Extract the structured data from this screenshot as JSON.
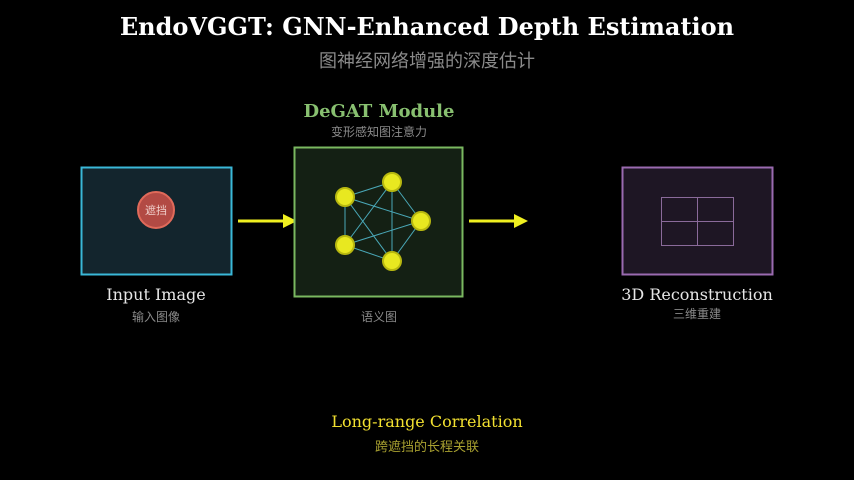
{
  "header": {
    "title": "EndoVGGT: GNN-Enhanced Depth Estimation",
    "subtitle": "图神经网络增强的深度估计"
  },
  "module": {
    "title": "DeGAT Module",
    "subtitle": "变形感知图注意力",
    "caption": "语义图"
  },
  "input": {
    "label": "Input Image",
    "label_zh": "输入图像",
    "occlusion_label": "遮挡"
  },
  "output": {
    "label": "3D Reconstruction",
    "label_zh": "三维重建"
  },
  "footer": {
    "label": "Long-range Correlation",
    "label_zh": "跨遮挡的长程关联"
  },
  "colors": {
    "input_border": "#3ab8d8",
    "module_border": "#7ab860",
    "output_border": "#9a6ab0",
    "arrow": "#f0f020",
    "node": "#e8e820",
    "occlusion": "#e05a50"
  },
  "graph": {
    "node_count": 5
  }
}
